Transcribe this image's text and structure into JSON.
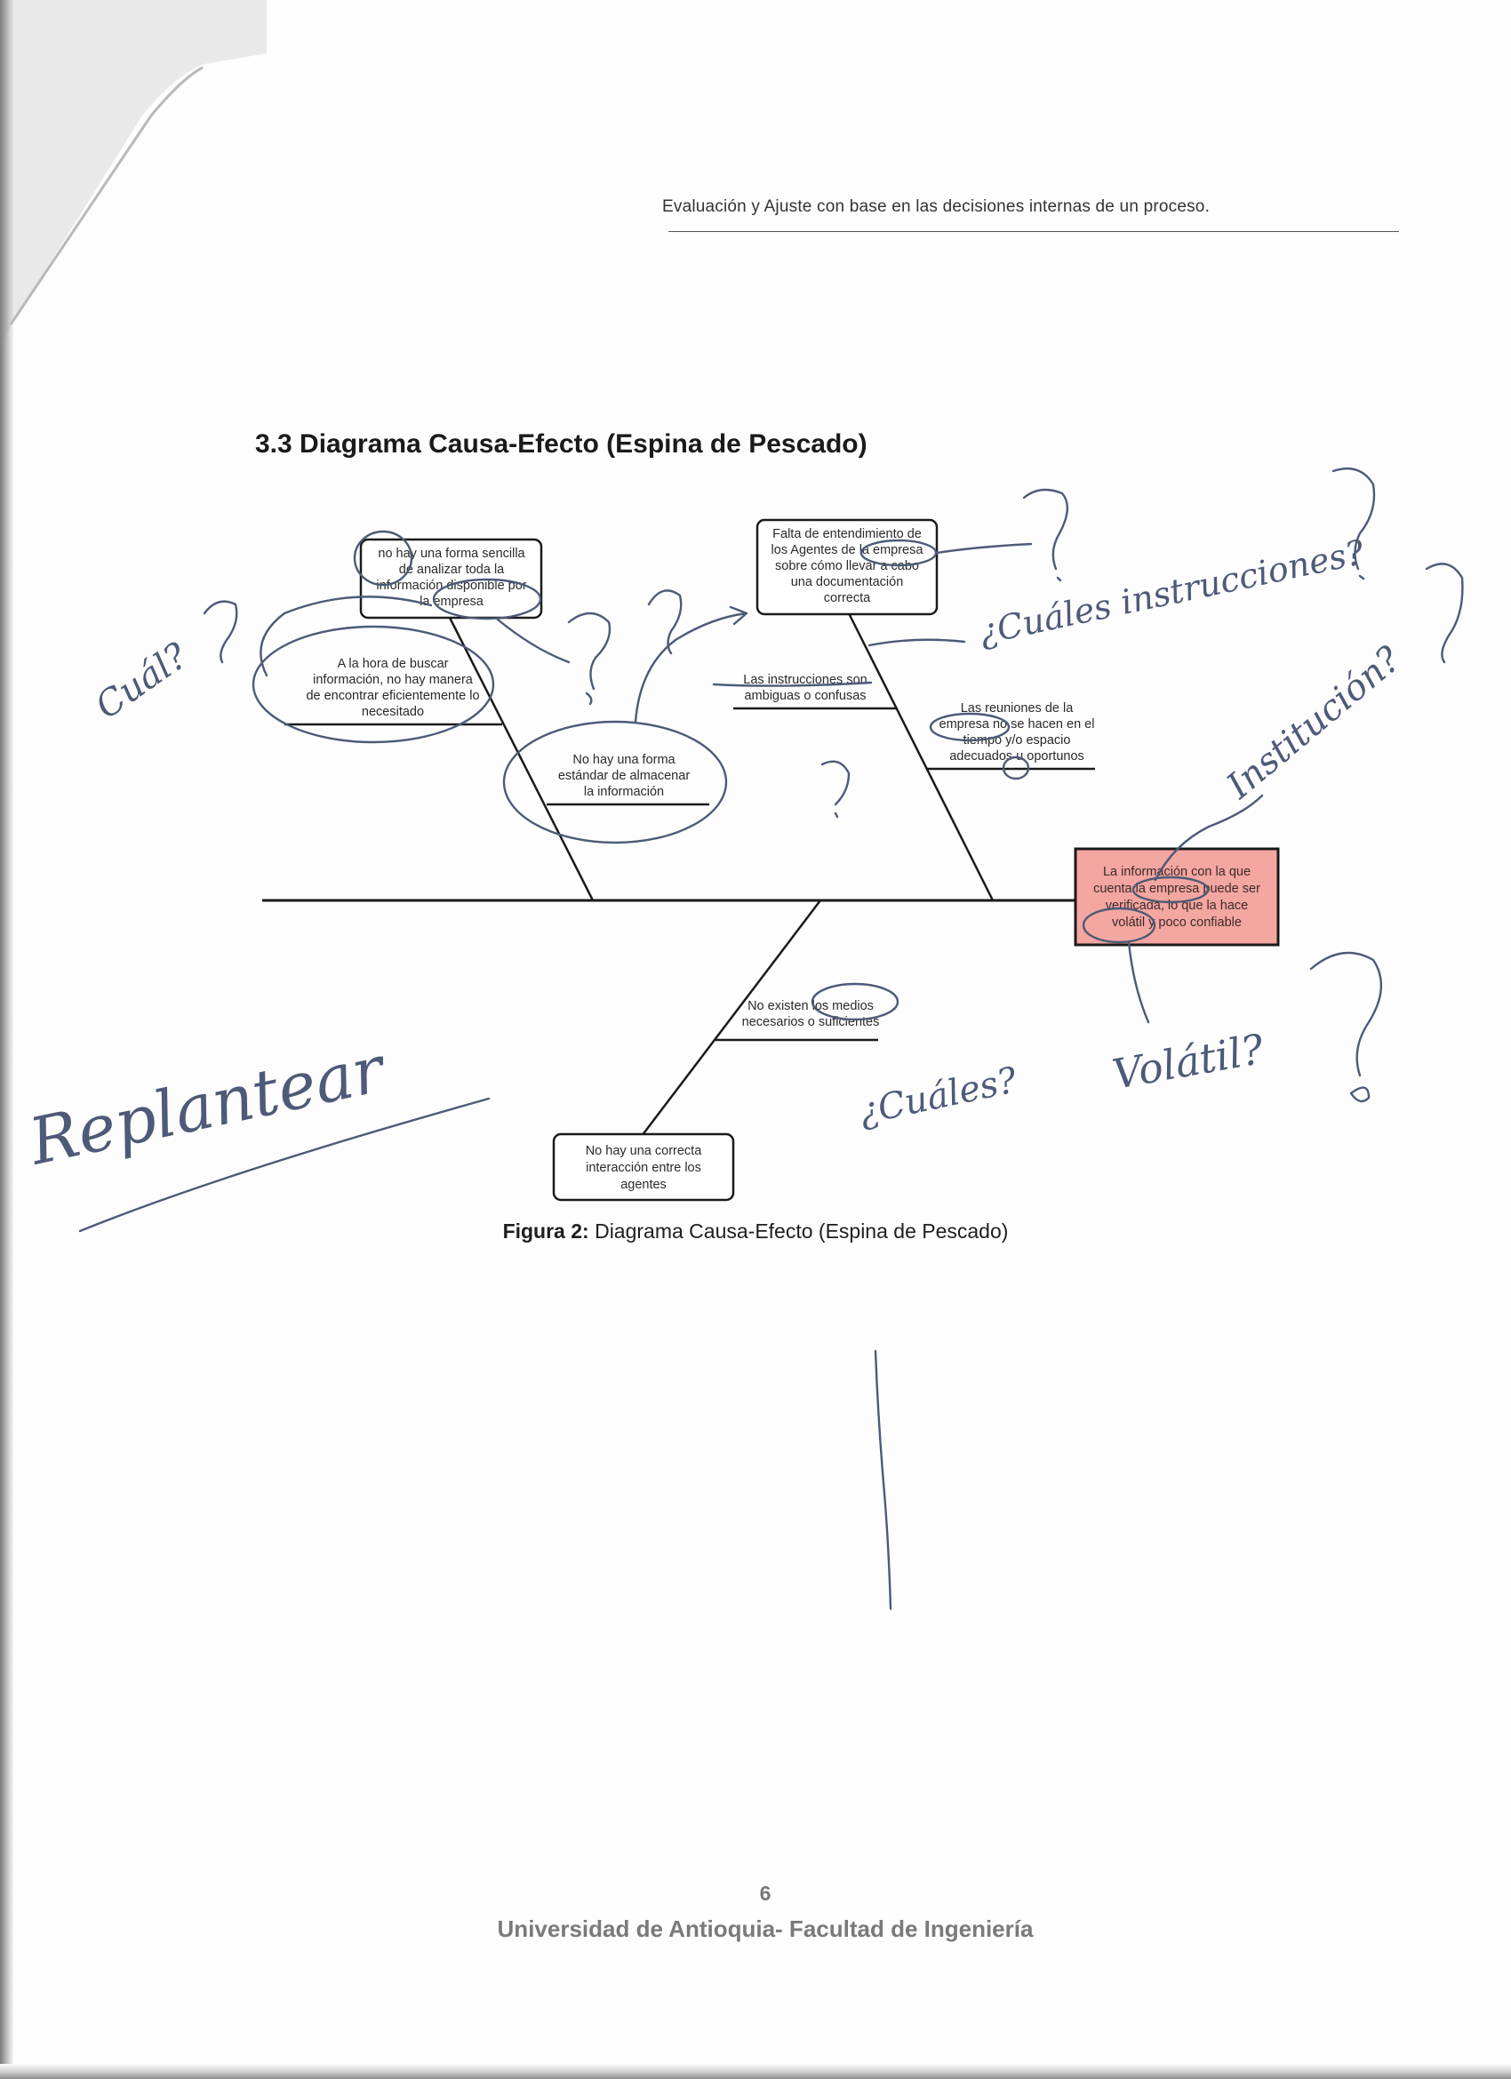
{
  "header": {
    "running_title": "Evaluación y Ajuste con base en las decisiones internas de un proceso."
  },
  "section": {
    "title": "3.3 Diagrama Causa-Efecto (Espina de Pescado)"
  },
  "diagram": {
    "effect": [
      "La información con la que",
      "cuenta la empresa puede ser",
      "verificada, lo que la hace",
      "volátil y poco confiable"
    ],
    "effect_color": "#f4a6a0",
    "top_left_box": [
      "no hay una forma sencilla",
      "de analizar toda la",
      "información disponible por",
      "la empresa"
    ],
    "top_right_box": [
      "Falta de entendimiento de",
      "los Agentes de la empresa",
      "sobre cómo llevar a cabo",
      "una documentación",
      "correcta"
    ],
    "bottom_box": [
      "No hay una correcta",
      "interacción entre los",
      "agentes"
    ],
    "cause_busqueda": [
      "A la hora de buscar",
      "información, no hay manera",
      "de encontrar eficientemente lo",
      "necesitado"
    ],
    "cause_almacenar": [
      "No hay una forma",
      "estándar de almacenar",
      "la información"
    ],
    "cause_instrucciones": [
      "Las instrucciones son",
      "ambiguas o confusas"
    ],
    "cause_reuniones": [
      "Las reuniones de la",
      "empresa no se hacen en el",
      "tiempo y/o espacio",
      "adecuados u oportunos"
    ],
    "cause_medios": [
      "No existen los medios",
      "necesarios o suficientes"
    ]
  },
  "handwriting": {
    "cursive_1": "¿Cuáles instrucciones?",
    "cursive_2": "Institución?",
    "cursive_3": "Volátil?",
    "cursive_4": "¿Cuáles?",
    "cursive_5": "Replantear",
    "cursive_6": "Cuál?"
  },
  "caption": {
    "label": "Figura 2:",
    "text": " Diagrama Causa-Efecto (Espina de Pescado)"
  },
  "footer": {
    "page_number": "6",
    "institution": "Universidad de Antioquia- Facultad de Ingeniería"
  },
  "colors": {
    "ink": "#4d5a78",
    "effect_fill": "#f4a6a0"
  }
}
